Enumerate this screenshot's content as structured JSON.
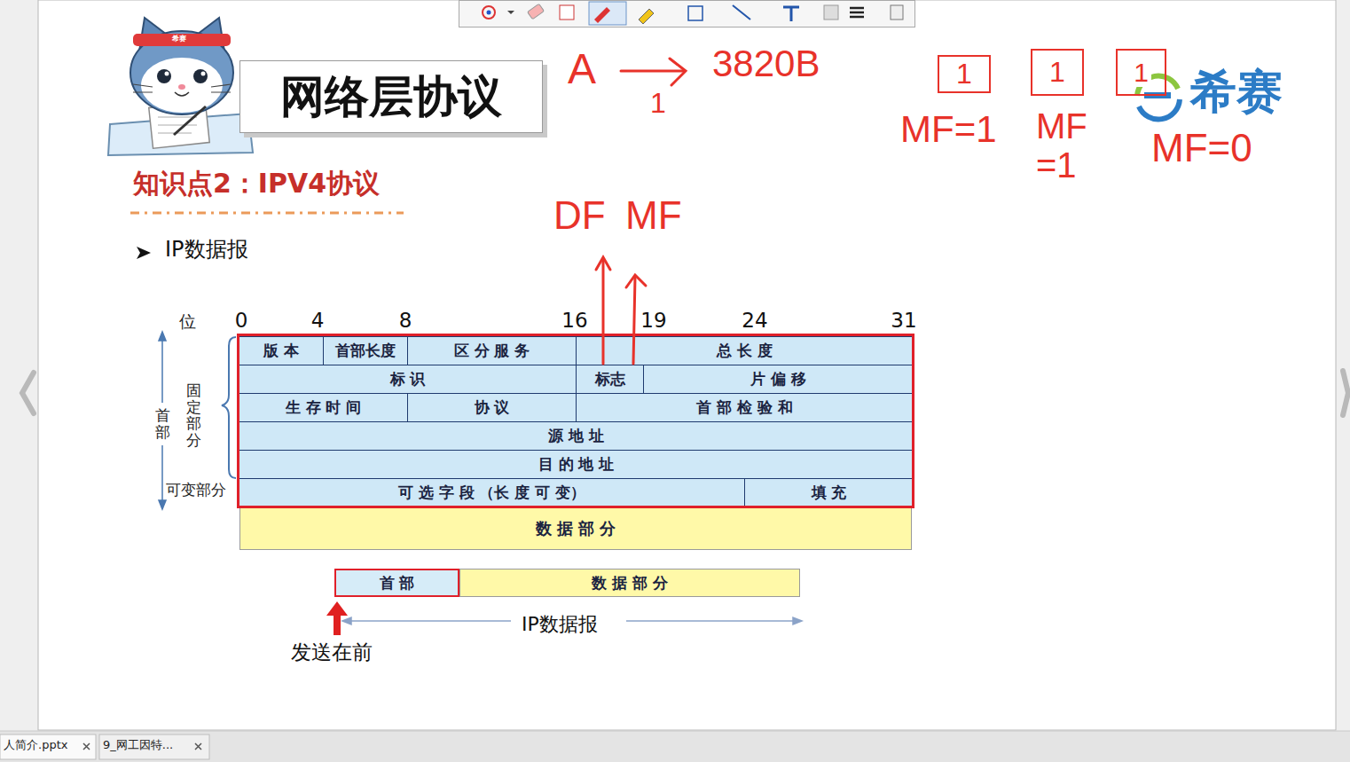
{
  "diagram": {
    "nodes": [
      {
        "text": [
          "网络层协议"
        ]
      },
      {
        "text": [
          "1"
        ]
      },
      {
        "text": [
          "1"
        ]
      },
      {
        "text": [
          "1"
        ]
      },
      {
        "text": [
          "版 本"
        ]
      },
      {
        "text": [
          "首部长度"
        ]
      },
      {
        "text": [
          "区 分 服 务"
        ]
      },
      {
        "text": [
          "总 长 度"
        ]
      },
      {
        "text": [
          "标 识"
        ]
      },
      {
        "text": [
          "标志"
        ]
      },
      {
        "text": [
          "片 偏 移"
        ]
      },
      {
        "text": [
          "生 存 时 间"
        ]
      },
      {
        "text": [
          "协 议"
        ]
      },
      {
        "text": [
          "首 部 检 验 和"
        ]
      },
      {
        "text": [
          "源 地 址"
        ]
      },
      {
        "text": [
          "目 的 地 址"
        ]
      },
      {
        "text": [
          "可 选 字 段 （长 度 可 变）"
        ]
      },
      {
        "text": [
          "填 充"
        ]
      },
      {
        "text": [
          "数 据 部 分"
        ]
      },
      {
        "text": [
          "首 部"
        ]
      },
      {
        "text": [
          "数 据 部 分"
        ]
      }
    ],
    "labels": [
      "知识点2：IPV4协议",
      "IP数据报",
      "位",
      "0",
      "4",
      "8",
      "16",
      "19",
      "24",
      "31",
      "首部",
      "固定部分",
      "可变部分",
      "IP数据报",
      "发送在前",
      "希赛",
      "希赛",
      "A",
      "3820B",
      "1",
      "DF",
      "MF",
      "MF=1",
      "MF =1",
      "MF=0",
      "人简介.pptx",
      "9_网工因特..."
    ]
  }
}
